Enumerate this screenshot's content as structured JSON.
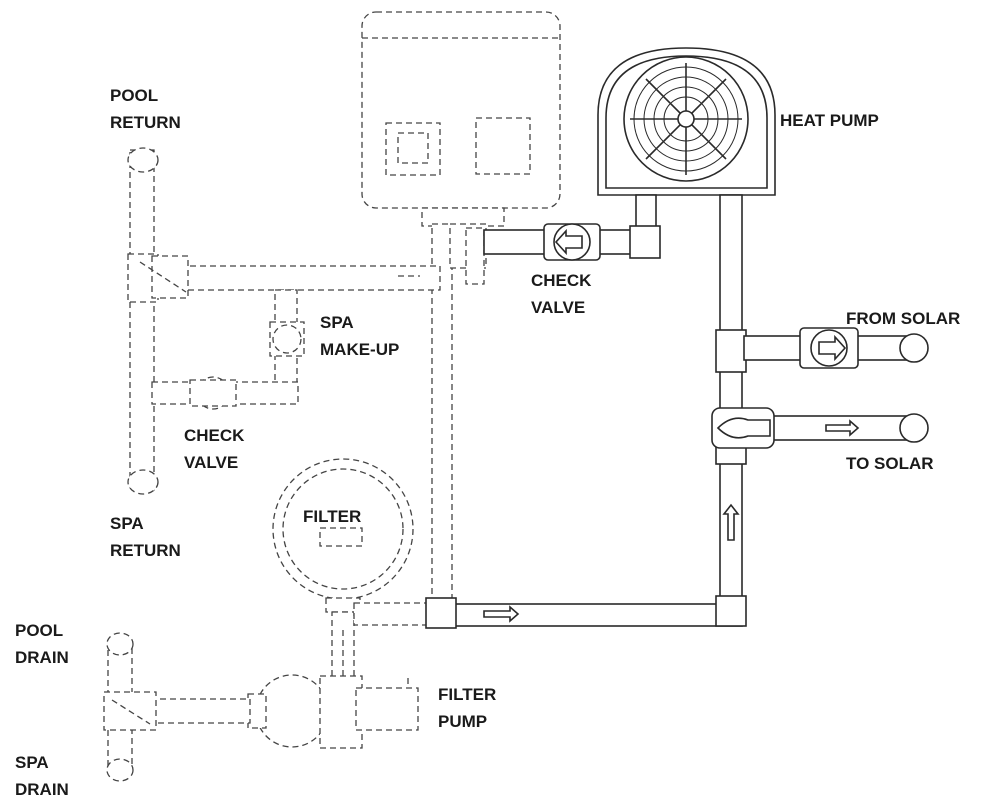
{
  "labels": {
    "pool_return": [
      "POOL",
      "RETURN"
    ],
    "spa_return": [
      "SPA",
      "RETURN"
    ],
    "check_valve_left": [
      "CHECK",
      "VALVE"
    ],
    "spa_make_up": [
      "SPA",
      "MAKE-UP"
    ],
    "check_valve_center": [
      "CHECK",
      "VALVE"
    ],
    "heat_pump": "HEAT PUMP",
    "from_solar": "FROM SOLAR",
    "to_solar": "TO SOLAR",
    "filter": "FILTER",
    "filter_pump": [
      "FILTER",
      "PUMP"
    ],
    "pool_drain": [
      "POOL",
      "DRAIN"
    ],
    "spa_drain": [
      "SPA",
      "DRAIN"
    ]
  },
  "colors": {
    "line": "#2a2a2a",
    "dashed": "#444444",
    "text": "#1a1a1a",
    "background": "#ffffff"
  }
}
